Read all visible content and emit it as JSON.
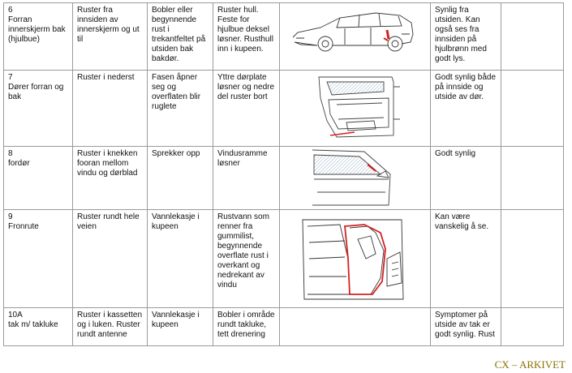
{
  "rows": [
    {
      "id_label": "6\nForran innerskjerm bak (hjulbue)",
      "cause": "Ruster fra innsiden av innerskjerm og ut til",
      "symptom": "Bobler eller begynnende rust i trekantfeltet på utsiden bak bakdør.",
      "consequence": "Ruster hull. Feste for hjulbue deksel løsner. Rusthull inn i kupeen.",
      "image_icon": "car-side-profile-icon",
      "visibility": "Synlig fra utsiden. Kan også ses fra innsiden på hjulbrønn med godt lys."
    },
    {
      "id_label": "7\nDører forran og bak",
      "cause": "Ruster i nederst",
      "symptom": "Fasen åpner seg og overflaten blir ruglete",
      "consequence": "Yttre dørplate løsner og nedre del ruster bort",
      "image_icon": "car-door-diagram-icon",
      "visibility": "Godt synlig både på innside og utside av dør."
    },
    {
      "id_label": "8\nfordør",
      "cause": "Ruster i knekken fooran mellom vindu og dørblad",
      "symptom": "Sprekker opp",
      "consequence": "Vindusramme løsner",
      "image_icon": "door-window-frame-icon",
      "visibility": "Godt synlig"
    },
    {
      "id_label": "9\nFronrute",
      "cause": "Ruster rundt hele veien",
      "symptom": "Vannlekasje i kupeen",
      "consequence": "Rustvann som renner fra gummilist, begynnende overflate rust i overkant og nedrekant av vindu",
      "image_icon": "windscreen-frame-icon",
      "visibility": "Kan være vanskelig å se."
    },
    {
      "id_label": "10A\ntak m/ takluke",
      "cause": "Ruster i kassetten og i luken. Ruster rundt antenne",
      "symptom": "Vannlekasje i kupeen",
      "consequence": "Bobler i område rundt takluke, tett drenering",
      "image_icon": "",
      "visibility": "Symptomer på utside av tak er godt synlig. Rust"
    }
  ],
  "footer": "CX – ARKIVET",
  "colors": {
    "border": "#9a9a9a",
    "rust_marking": "#d62020",
    "footer_text": "#8a7300",
    "glass_hatch": "#9bb3c8"
  }
}
